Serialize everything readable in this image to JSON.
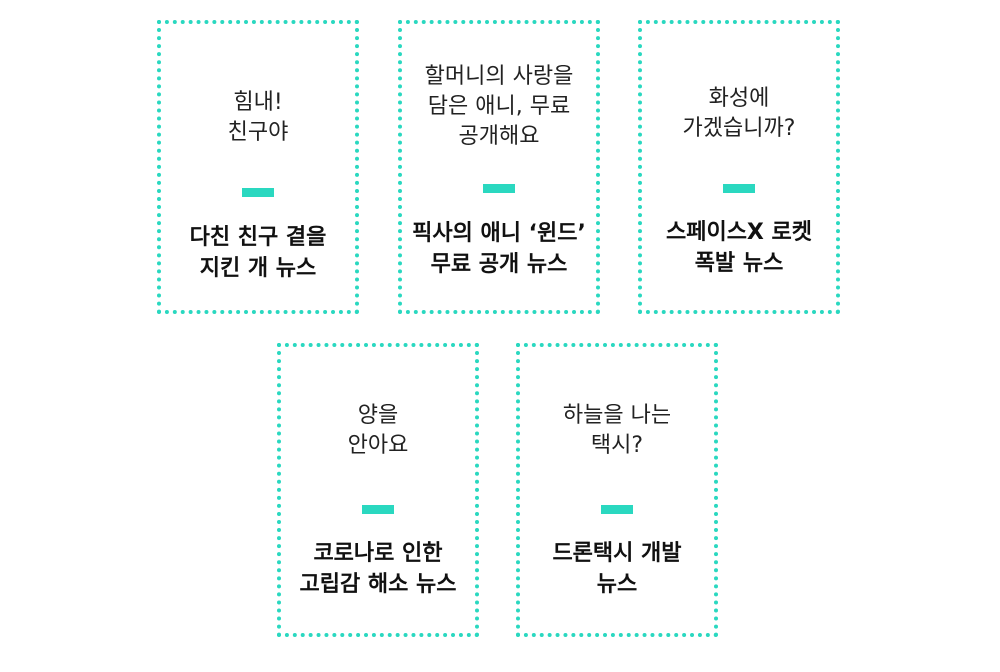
{
  "accent_color": "#2ad8c0",
  "cards": [
    {
      "quote": "힘내!\n친구야",
      "title": "다친 친구 곁을\n지킨 개 뉴스"
    },
    {
      "quote": "할머니의 사랑을\n담은 애니, 무료\n공개해요",
      "title": "픽사의 애니 ‘윈드’\n무료 공개 뉴스"
    },
    {
      "quote": "화성에\n가겠습니까?",
      "title": "스페이스X 로켓\n폭발 뉴스"
    },
    {
      "quote": "양을\n안아요",
      "title": "코로나로 인한\n고립감 해소 뉴스"
    },
    {
      "quote": "하늘을 나는\n택시?",
      "title": "드론택시 개발\n뉴스"
    }
  ]
}
